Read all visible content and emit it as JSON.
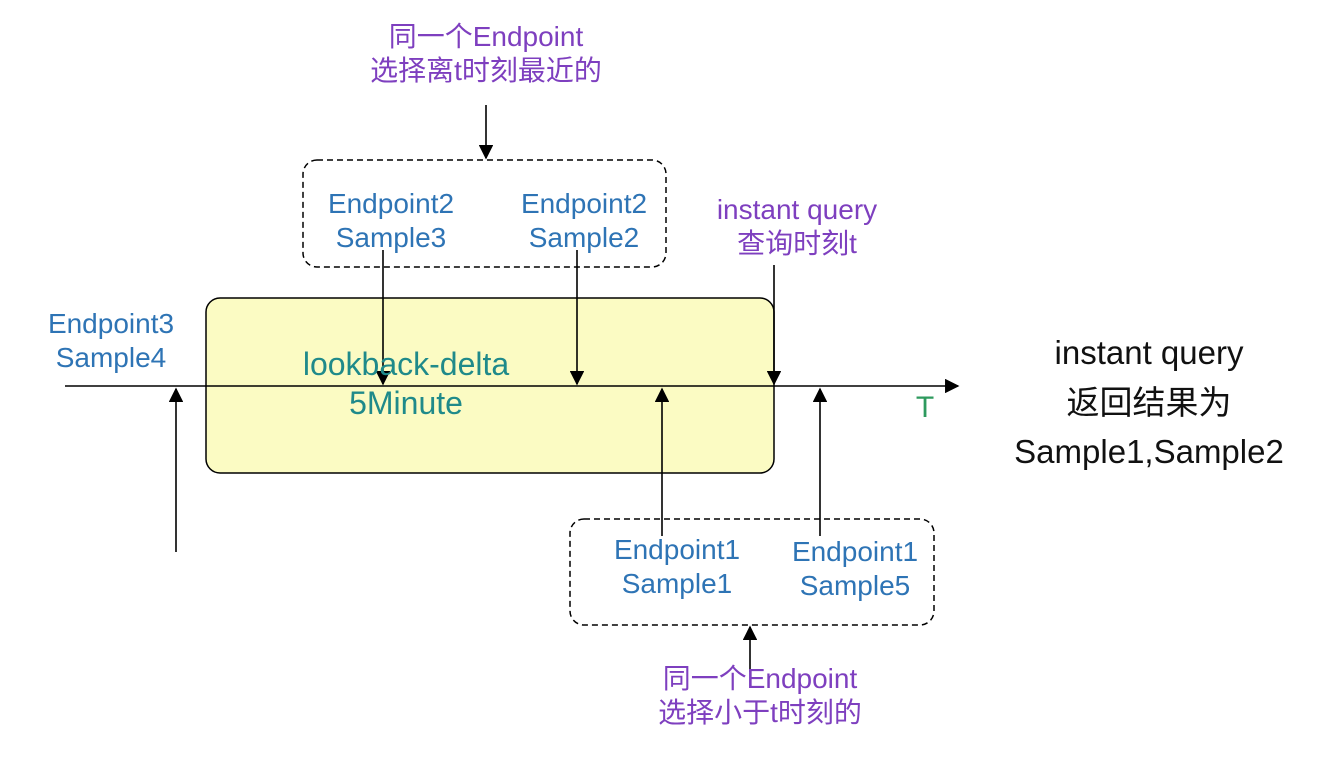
{
  "colors": {
    "sample_text": "#2e74b5",
    "note_text": "#7e3fbf",
    "window_text": "#1f8a8a",
    "window_fill": "#fbfbc3",
    "axis_label": "#2e9a5e",
    "result_text": "#111111"
  },
  "top_note": {
    "line1": "同一个Endpoint",
    "line2": "选择离t时刻最近的"
  },
  "bottom_note": {
    "line1": "同一个Endpoint",
    "line2": "选择小于t时刻的"
  },
  "query_point": {
    "line1": "instant query",
    "line2": "查询时刻t"
  },
  "window": {
    "line1": "lookback-delta",
    "line2": "5Minute"
  },
  "axis": {
    "label": "T"
  },
  "samples": {
    "e3s4": {
      "line1": "Endpoint3",
      "line2": "Sample4"
    },
    "e2s3": {
      "line1": "Endpoint2",
      "line2": "Sample3"
    },
    "e2s2": {
      "line1": "Endpoint2",
      "line2": "Sample2"
    },
    "e1s1": {
      "line1": "Endpoint1",
      "line2": "Sample1"
    },
    "e1s5": {
      "line1": "Endpoint1",
      "line2": "Sample5"
    }
  },
  "result": {
    "line1": "instant query",
    "line2": "返回结果为",
    "line3": "Sample1,Sample2"
  }
}
